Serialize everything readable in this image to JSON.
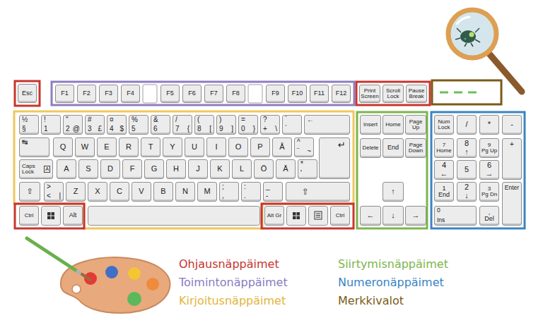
{
  "diagram": {
    "nodes": [
      {
        "text": [
          "Esc"
        ]
      },
      {
        "text": [
          "F1"
        ]
      },
      {
        "text": [
          "F2"
        ]
      },
      {
        "text": [
          "F3"
        ]
      },
      {
        "text": [
          "F4"
        ]
      },
      {
        "text": [
          "F5"
        ]
      },
      {
        "text": [
          "F6"
        ]
      },
      {
        "text": [
          "F7"
        ]
      },
      {
        "text": [
          "F8"
        ]
      },
      {
        "text": [
          "F9"
        ]
      },
      {
        "text": [
          "F10"
        ]
      },
      {
        "text": [
          "F11"
        ]
      },
      {
        "text": [
          "F12"
        ]
      },
      {
        "text": [
          "Print Screen"
        ]
      },
      {
        "text": [
          "Scroll Lock"
        ]
      },
      {
        "text": [
          "Pause Break"
        ]
      },
      {
        "text": [
          "½",
          "§"
        ]
      },
      {
        "text": [
          "!",
          "1"
        ]
      },
      {
        "text": [
          "\"",
          "2",
          "@"
        ]
      },
      {
        "text": [
          "#",
          "3",
          "£"
        ]
      },
      {
        "text": [
          "¤",
          "4",
          "$"
        ]
      },
      {
        "text": [
          "%",
          "5"
        ]
      },
      {
        "text": [
          "&",
          "6"
        ]
      },
      {
        "text": [
          "/",
          "7",
          "{"
        ]
      },
      {
        "text": [
          "(",
          "8",
          "["
        ]
      },
      {
        "text": [
          ")",
          "9",
          "]"
        ]
      },
      {
        "text": [
          "=",
          "0",
          "}"
        ]
      },
      {
        "text": [
          "?",
          "+",
          "\\"
        ]
      },
      {
        "text": [
          "`",
          "´"
        ]
      },
      {
        "text": [
          "←"
        ]
      },
      {
        "text": [
          "↹"
        ]
      },
      {
        "text": [
          "Q"
        ]
      },
      {
        "text": [
          "W"
        ]
      },
      {
        "text": [
          "E"
        ]
      },
      {
        "text": [
          "R"
        ]
      },
      {
        "text": [
          "T"
        ]
      },
      {
        "text": [
          "Y"
        ]
      },
      {
        "text": [
          "U"
        ]
      },
      {
        "text": [
          "I"
        ]
      },
      {
        "text": [
          "O"
        ]
      },
      {
        "text": [
          "P"
        ]
      },
      {
        "text": [
          "Å"
        ]
      },
      {
        "text": [
          "^",
          "¨",
          "~"
        ]
      },
      {
        "text": [
          "↵"
        ]
      },
      {
        "text": [
          "Caps Lock",
          "A"
        ]
      },
      {
        "text": [
          "A"
        ]
      },
      {
        "text": [
          "S"
        ]
      },
      {
        "text": [
          "D"
        ]
      },
      {
        "text": [
          "F"
        ]
      },
      {
        "text": [
          "G"
        ]
      },
      {
        "text": [
          "H"
        ]
      },
      {
        "text": [
          "J"
        ]
      },
      {
        "text": [
          "K"
        ]
      },
      {
        "text": [
          "L"
        ]
      },
      {
        "text": [
          "Ö"
        ]
      },
      {
        "text": [
          "Ä"
        ]
      },
      {
        "text": [
          "*",
          "'"
        ]
      },
      {
        "text": [
          "⇧"
        ]
      },
      {
        "text": [
          ">",
          "<",
          "|"
        ]
      },
      {
        "text": [
          "Z"
        ]
      },
      {
        "text": [
          "X"
        ]
      },
      {
        "text": [
          "C"
        ]
      },
      {
        "text": [
          "V"
        ]
      },
      {
        "text": [
          "B"
        ]
      },
      {
        "text": [
          "N"
        ]
      },
      {
        "text": [
          "M"
        ]
      },
      {
        "text": [
          ";",
          ","
        ]
      },
      {
        "text": [
          ":",
          "."
        ]
      },
      {
        "text": [
          "_",
          "-"
        ]
      },
      {
        "text": [
          "⇧"
        ]
      },
      {
        "text": [
          "Ctrl"
        ]
      },
      {
        "text": [
          "Alt"
        ]
      },
      {
        "text": [
          "Alt Gr"
        ]
      },
      {
        "text": [
          "Ctrl"
        ]
      },
      {
        "text": [
          "Insert"
        ]
      },
      {
        "text": [
          "Home"
        ]
      },
      {
        "text": [
          "Page Up"
        ]
      },
      {
        "text": [
          "Delete"
        ]
      },
      {
        "text": [
          "End"
        ]
      },
      {
        "text": [
          "Page Down"
        ]
      },
      {
        "text": [
          "↑"
        ]
      },
      {
        "text": [
          "←"
        ]
      },
      {
        "text": [
          "↓"
        ]
      },
      {
        "text": [
          "→"
        ]
      },
      {
        "text": [
          "Num Lock"
        ]
      },
      {
        "text": [
          "/"
        ]
      },
      {
        "text": [
          "*"
        ]
      },
      {
        "text": [
          "-"
        ]
      },
      {
        "text": [
          "7",
          "Home"
        ]
      },
      {
        "text": [
          "8",
          "↑"
        ]
      },
      {
        "text": [
          "9",
          "Pg Up"
        ]
      },
      {
        "text": [
          "+"
        ]
      },
      {
        "text": [
          "4",
          "←"
        ]
      },
      {
        "text": [
          "5"
        ]
      },
      {
        "text": [
          "6",
          "→"
        ]
      },
      {
        "text": [
          "1",
          "End"
        ]
      },
      {
        "text": [
          "2",
          "↓"
        ]
      },
      {
        "text": [
          "3",
          "Pg Dn"
        ]
      },
      {
        "text": [
          "Enter"
        ]
      },
      {
        "text": [
          "0",
          "Ins"
        ]
      },
      {
        "text": [
          ",",
          "Del"
        ]
      }
    ],
    "legend": [
      {
        "text": "Ohjausnäppäimet",
        "color": "#c8352e"
      },
      {
        "text": "Toimintonäppäimet",
        "color": "#8a7cbf"
      },
      {
        "text": "Kirjoitusnäppäimet",
        "color": "#e2b43c"
      },
      {
        "text": "Siirtymisnäppäimet",
        "color": "#7db54a"
      },
      {
        "text": "Numeronäppäimet",
        "color": "#3a84c4"
      },
      {
        "text": "Merkkivalot",
        "color": "#7b5b16"
      }
    ]
  }
}
